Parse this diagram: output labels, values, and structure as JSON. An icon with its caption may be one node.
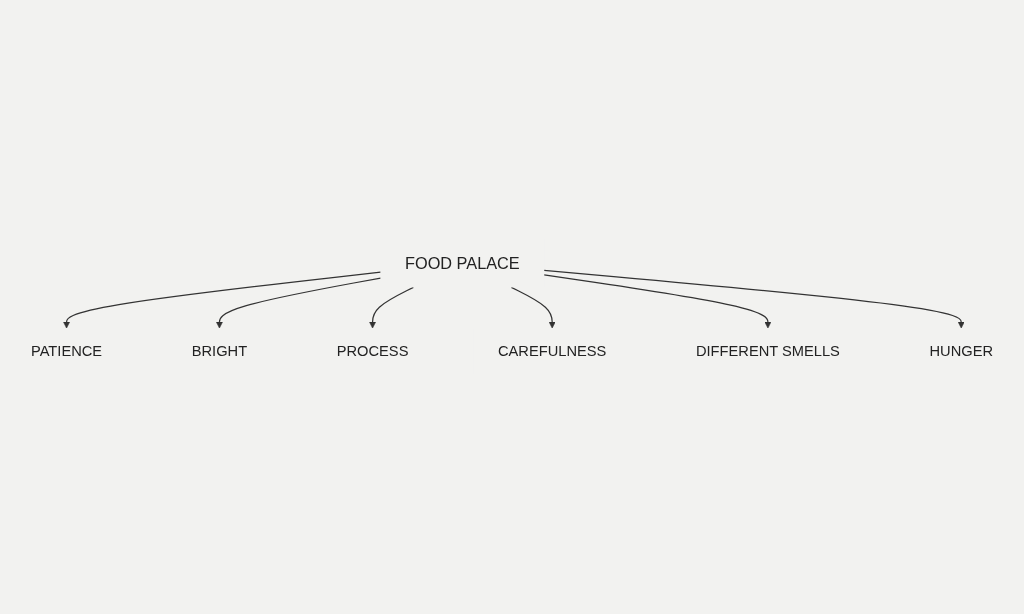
{
  "diagram": {
    "nodes": [
      {
        "text": [
          "FOOD PALACE"
        ]
      },
      {
        "text": [
          "PATIENCE"
        ]
      },
      {
        "text": [
          "BRIGHT"
        ]
      },
      {
        "text": [
          "PROCESS"
        ]
      },
      {
        "text": [
          "CAREFULNESS"
        ]
      },
      {
        "text": [
          "DIFFERENT SMELLS"
        ]
      },
      {
        "text": [
          "HUNGER"
        ]
      }
    ],
    "edges": [
      {
        "from": 0,
        "to": 1,
        "arrow": "to"
      },
      {
        "from": 0,
        "to": 2,
        "arrow": "to"
      },
      {
        "from": 0,
        "to": 3,
        "arrow": "to"
      },
      {
        "from": 0,
        "to": 4,
        "arrow": "to"
      },
      {
        "from": 0,
        "to": 5,
        "arrow": "to"
      },
      {
        "from": 0,
        "to": 6,
        "arrow": "to"
      }
    ]
  }
}
